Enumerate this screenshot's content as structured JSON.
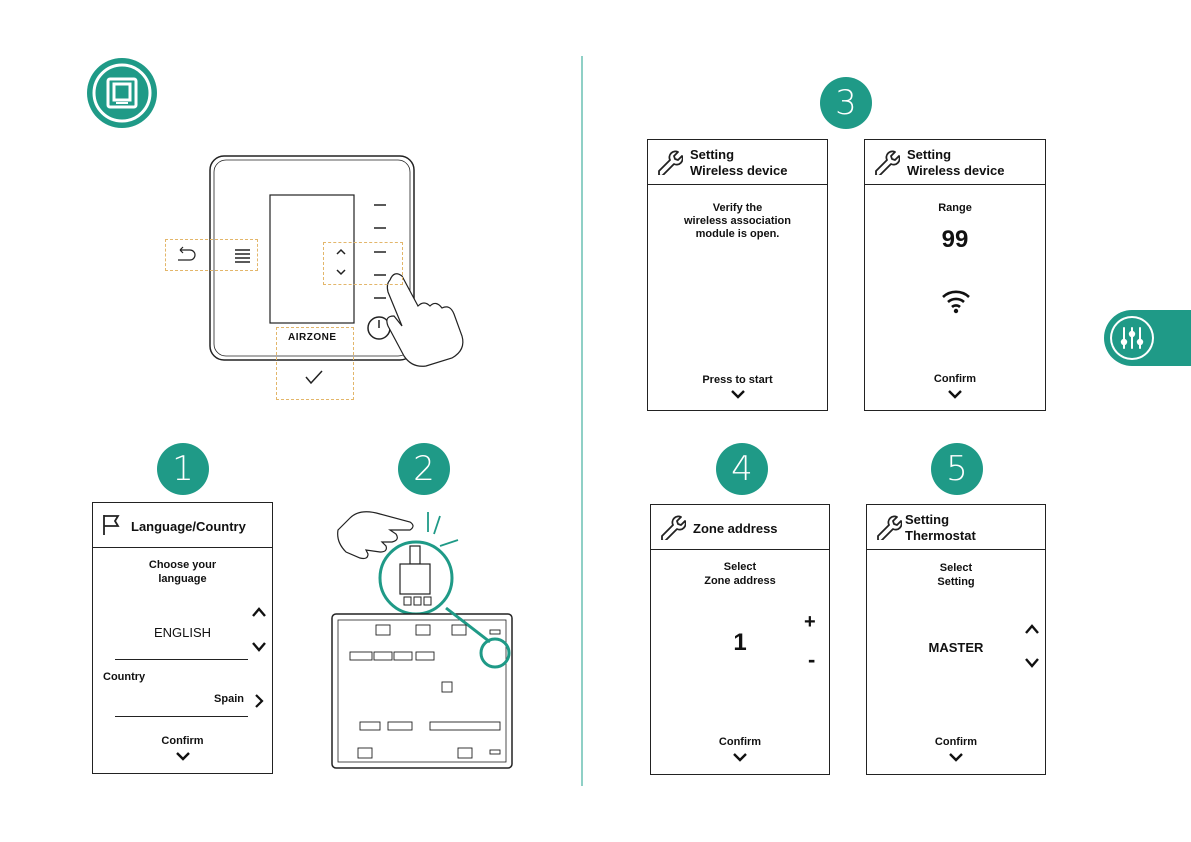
{
  "steps": [
    "1",
    "2",
    "3",
    "4",
    "5"
  ],
  "device": {
    "brand": "AIRZONE"
  },
  "screen1": {
    "title": "Language/Country",
    "prompt_line1": "Choose your",
    "prompt_line2": "language",
    "language_value": "ENGLISH",
    "country_label": "Country",
    "country_value": "Spain",
    "confirm_label": "Confirm"
  },
  "screen3a": {
    "title_line1": "Setting",
    "title_line2": "Wireless device",
    "text_line1": "Verify the",
    "text_line2": "wireless association",
    "text_line3": "module is open.",
    "action_label": "Press to start"
  },
  "screen3b": {
    "title_line1": "Setting",
    "title_line2": "Wireless device",
    "range_label": "Range",
    "range_value": "99",
    "confirm_label": "Confirm"
  },
  "screen4": {
    "title": "Zone address",
    "prompt_line1": "Select",
    "prompt_line2": "Zone address",
    "value": "1",
    "plus": "+",
    "minus": "-",
    "confirm_label": "Confirm"
  },
  "screen5": {
    "title_line1": "Setting",
    "title_line2": "Thermostat",
    "prompt_line1": "Select",
    "prompt_line2": "Setting",
    "value": "MASTER",
    "confirm_label": "Confirm"
  },
  "colors": {
    "accent": "#1f9a87",
    "divider": "#8fd0c6",
    "highlight": "#e3b66a"
  }
}
